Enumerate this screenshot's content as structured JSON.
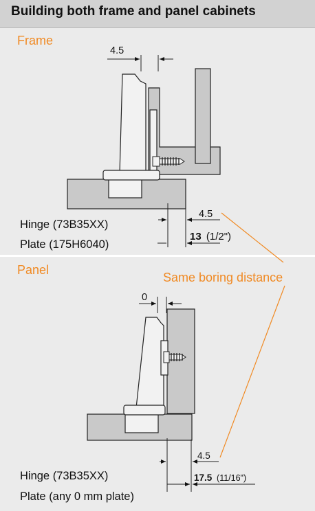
{
  "header": {
    "title": "Building both frame and panel cabinets"
  },
  "frame": {
    "label": "Frame",
    "gap_top": "4.5",
    "gap_bottom": "4.5",
    "boring_value": "13",
    "boring_inch": "(1/2\")",
    "hinge": "Hinge (73B35XX)",
    "plate": "Plate (175H6040)"
  },
  "panel": {
    "label": "Panel",
    "gap_top": "0",
    "gap_bottom": "4.5",
    "boring_value": "17.5",
    "boring_inch": "(11/16\")",
    "hinge": "Hinge (73B35XX)",
    "plate": "Plate (any 0 mm plate)"
  },
  "annotation": {
    "same_boring": "Same boring distance"
  },
  "colors": {
    "accent": "#f08a24",
    "header_bg": "#d2d2d2",
    "panel_bg": "#ebebeb",
    "wood": "#c9c9c9"
  }
}
